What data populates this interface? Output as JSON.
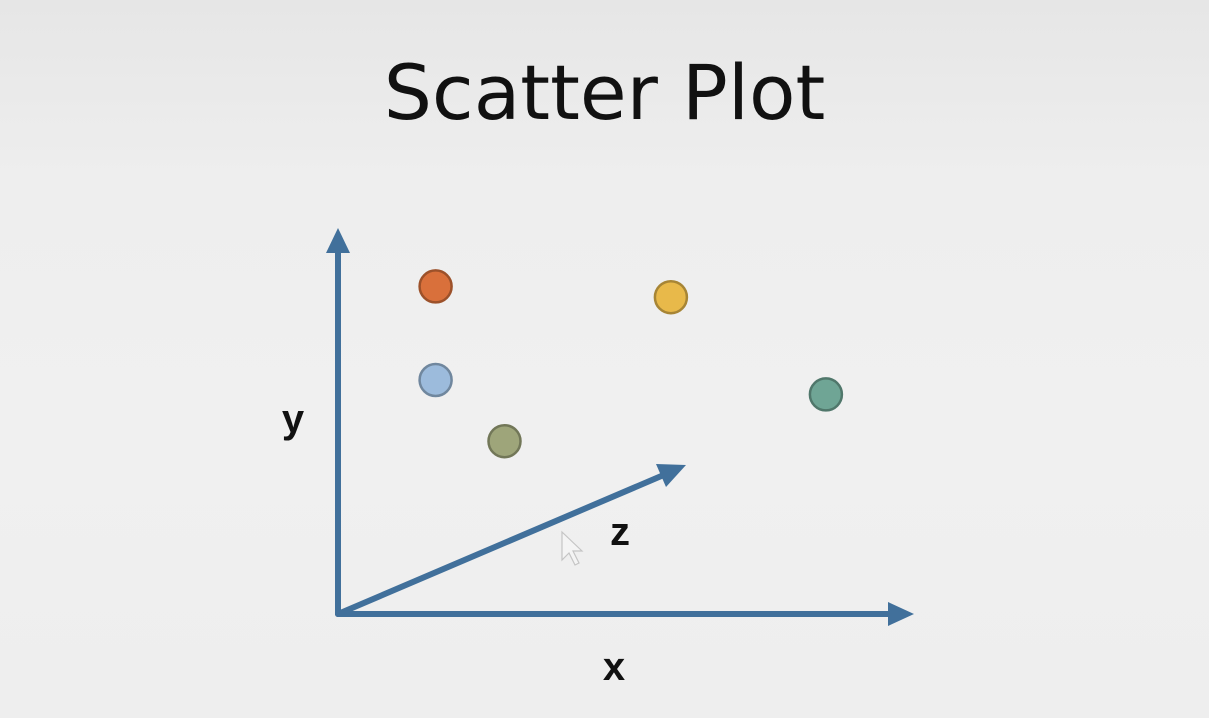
{
  "slide": {
    "title": "Scatter Plot"
  },
  "chart_data": {
    "type": "scatter",
    "title": "Scatter Plot",
    "xlabel": "x",
    "ylabel": "y",
    "zlabel": "z",
    "axes": "3d-schematic",
    "grid": false,
    "points": [
      {
        "x": 0.17,
        "y": 0.91,
        "z": 0.0,
        "color": "#d9703b"
      },
      {
        "x": 0.17,
        "y": 0.65,
        "z": 0.0,
        "color": "#9cbbdc"
      },
      {
        "x": 0.29,
        "y": 0.48,
        "z": 0.0,
        "color": "#9ea57a"
      },
      {
        "x": 0.58,
        "y": 0.88,
        "z": 0.0,
        "color": "#e8b94a"
      },
      {
        "x": 0.85,
        "y": 0.61,
        "z": 0.0,
        "color": "#6fa595"
      }
    ]
  },
  "colors": {
    "axis": "#41709b",
    "text": "#111111"
  }
}
